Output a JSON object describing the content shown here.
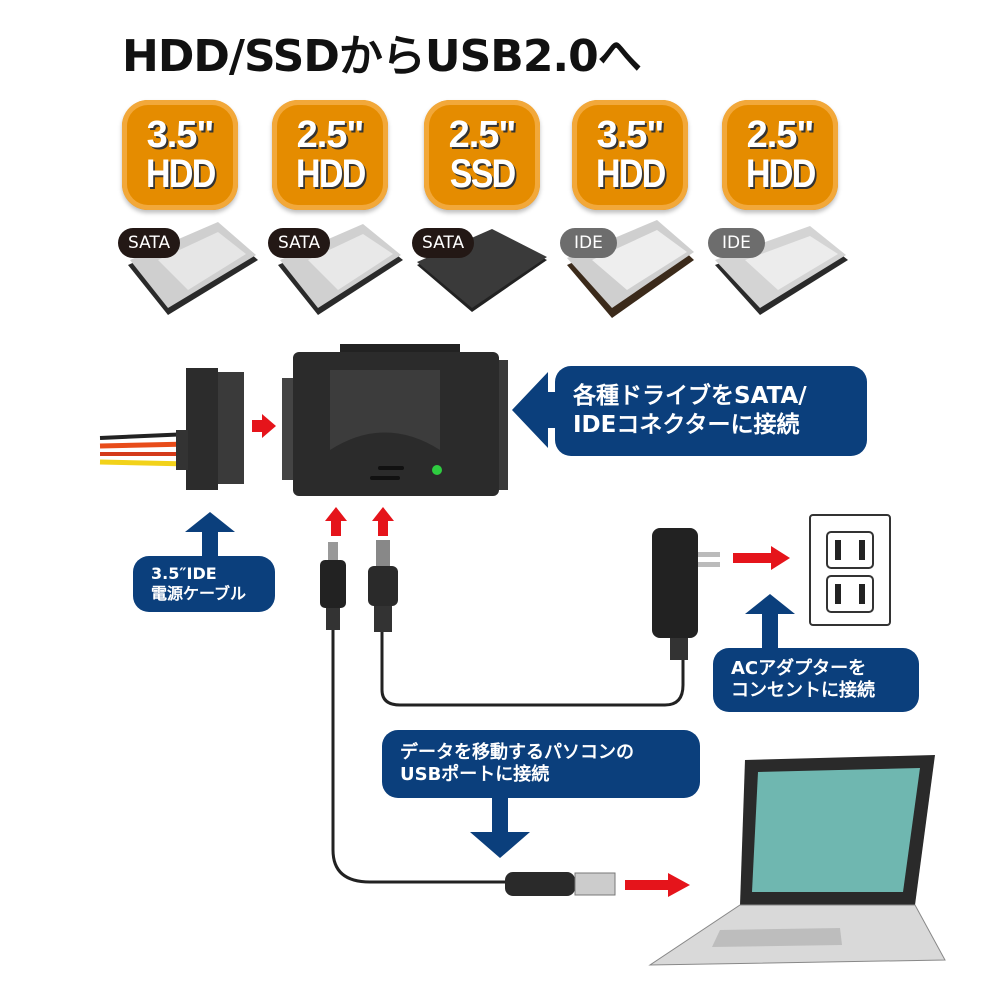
{
  "title": "HDD/SSDからUSB2.0へ",
  "drives": [
    {
      "size": "3.5\"",
      "type": "HDD",
      "interface": "SATA"
    },
    {
      "size": "2.5\"",
      "type": "HDD",
      "interface": "SATA"
    },
    {
      "size": "2.5\"",
      "type": "SSD",
      "interface": "SATA"
    },
    {
      "size": "3.5\"",
      "type": "HDD",
      "interface": "IDE"
    },
    {
      "size": "2.5\"",
      "type": "HDD",
      "interface": "IDE"
    }
  ],
  "callouts": {
    "connector": [
      "各種ドライブをSATA/",
      "IDEコネクターに接続"
    ],
    "power_cable": [
      "3.5″IDE",
      "電源ケーブル"
    ],
    "ac_adapter": [
      "ACアダプターを",
      "コンセントに接続"
    ],
    "usb": [
      "データを移動するパソコンの",
      "USBポートに接続"
    ]
  },
  "colors": {
    "callout": "#0b3f7c",
    "badge": "#e58c00",
    "arrow_red": "#e5141b",
    "sata_pill": "#231815",
    "ide_pill": "#6d6d6d"
  }
}
